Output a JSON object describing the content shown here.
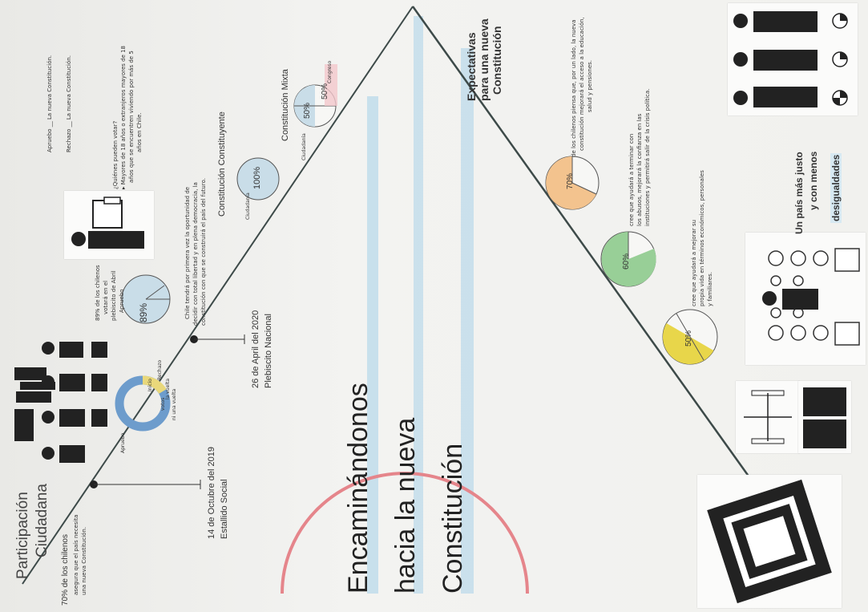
{
  "title": {
    "line1": "Encaminándonos",
    "line2": "hacia la nueva",
    "line3": "Constitución"
  },
  "left_heading": {
    "line1": "Participación",
    "line2": "Ciudadana"
  },
  "right_heading": {
    "line1": "Expectativas",
    "line2": "para una nueva",
    "line3": "Constitución"
  },
  "stat_70_left": {
    "line1": "70% de los chilenos",
    "line2": "asegura que el país necesita",
    "line3": "una nueva Constitución."
  },
  "events": {
    "e1_date": "14 de Octubre del 2019",
    "e1_name": "Estallido Social",
    "e2_date": "26 de April del 2020",
    "e2_name": "Plebiscito Nacional"
  },
  "ring": {
    "label_apruebo": "Apruebo",
    "label_rechazo": "Rechazo",
    "label_inicio": "Inicio",
    "label_votos": "votos",
    "label_la_vuelta": "la vuelta",
    "label_ni_unavuelta": "ni una vuelta"
  },
  "votes_89": {
    "pct": "89%",
    "line1": "89% de los chilenos",
    "line2": "votará en el",
    "line3": "plebiscito de Abril",
    "line4": "Apruebo"
  },
  "voters_note": {
    "line1": "¿Quiénes pueden votar?",
    "line2": "▸ Mayores de 18 años o extranjeros mayores de 18",
    "line3": "años que se encuentren viviendo por más de 5",
    "line4": "años en Chile."
  },
  "ballot_options": {
    "a": "Apruebo __ La nueva Constitución.",
    "r": "Rechazo __ La nueva Constitución."
  },
  "chile_note": {
    "line1": "Chile tendrá por primera vez la oportunidad de",
    "line2": "decidir con total libertad y en plena democracia, la",
    "line3": "constitución con que se construirá el país del futuro."
  },
  "constituyente": {
    "title": "Constitución Constituyente",
    "pct": "100%",
    "label": "Ciudadanía"
  },
  "mixta": {
    "title": "Constitución Mixta",
    "pct_a": "50%",
    "pct_b": "50%",
    "label_a": "Ciudadanía",
    "label_b": "Congreso"
  },
  "exp_70": {
    "pct": "70%",
    "line1": "de los chilenos piensa que, por un lado, la nueva",
    "line2": "constitución mejorará el acceso a la educación,",
    "line3": "salud y pensiones."
  },
  "exp_60": {
    "pct": "60%",
    "line1": "cree que ayudará a terminar con",
    "line2": "los abusos, mejorará la confianza en las",
    "line3": "instituciones y permitirá salir de la crisis política."
  },
  "exp_50": {
    "pct": "50%",
    "line1": "cree que ayudará a mejorar su",
    "line2": "propia vida en términos económicos, personales",
    "line3": "y familiares."
  },
  "slogan": {
    "line1": "Un país más justo",
    "line2": "y con menos",
    "line3": "desigualdades"
  },
  "colors": {
    "triangle": "#3d4a49",
    "blue_band": "#b9d9ea",
    "red_arc": "#e5858b",
    "ring_blue": "#6d9ccc",
    "pie_orange": "#f3c38e",
    "pie_green": "#98cf97",
    "pie_yellow": "#e8d64a",
    "pie_blue": "#c9dde8",
    "pink_highlight": "#f3c7cc",
    "ink": "#222222"
  },
  "icons": [
    "people-icon",
    "house-icon",
    "ballot-box-icon",
    "scales-icon",
    "book-icon",
    "person-row-icon",
    "group-icon"
  ]
}
